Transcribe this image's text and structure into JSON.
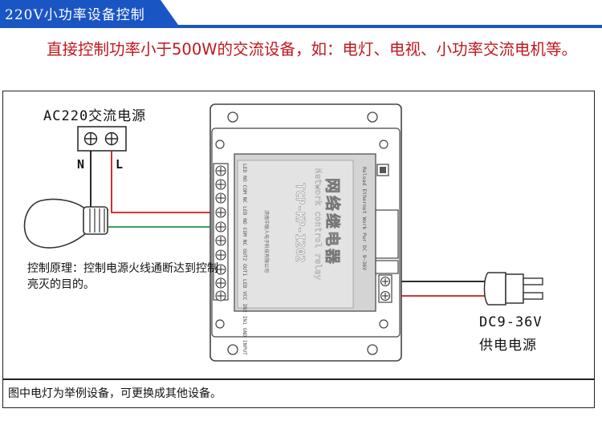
{
  "banner": {
    "title": "220V小功率设备控制"
  },
  "intro": {
    "text": "直接控制功率小于500W的交流设备，如：电灯、电视、小功率交流电机等。"
  },
  "diagram": {
    "ac_source_label": "AC220交流电源",
    "neutral_label": "N",
    "live_label": "L",
    "control_principle": "控制原理：控制电源火线通断达到控制亮灭的目的。",
    "dc_supply_voltage": "DC9-36V",
    "dc_supply_label": "供电电源",
    "relay_model": "TCP-KP-I202",
    "relay_name_cn": "网络继电器",
    "relay_name_en": "Network control relay",
    "relay_side_text": "Reload   Ethernet  Work  Pwr DC 9~36V",
    "relay_block_text": "LED NO COM NC LED NO COM NC   OUT2  OUT1   LED VCC IN2 IN1 GND  INPUT",
    "relay_vendor": "济南中联人电子科技有限公司",
    "wire_colors": {
      "live": "#d01818",
      "neutral": "#111111",
      "load": "#1a9a3a",
      "dc_negative": "#111111",
      "dc_positive": "#d01818"
    }
  },
  "footer": {
    "note": "图中电灯为举例设备，可更换成其他设备。"
  }
}
